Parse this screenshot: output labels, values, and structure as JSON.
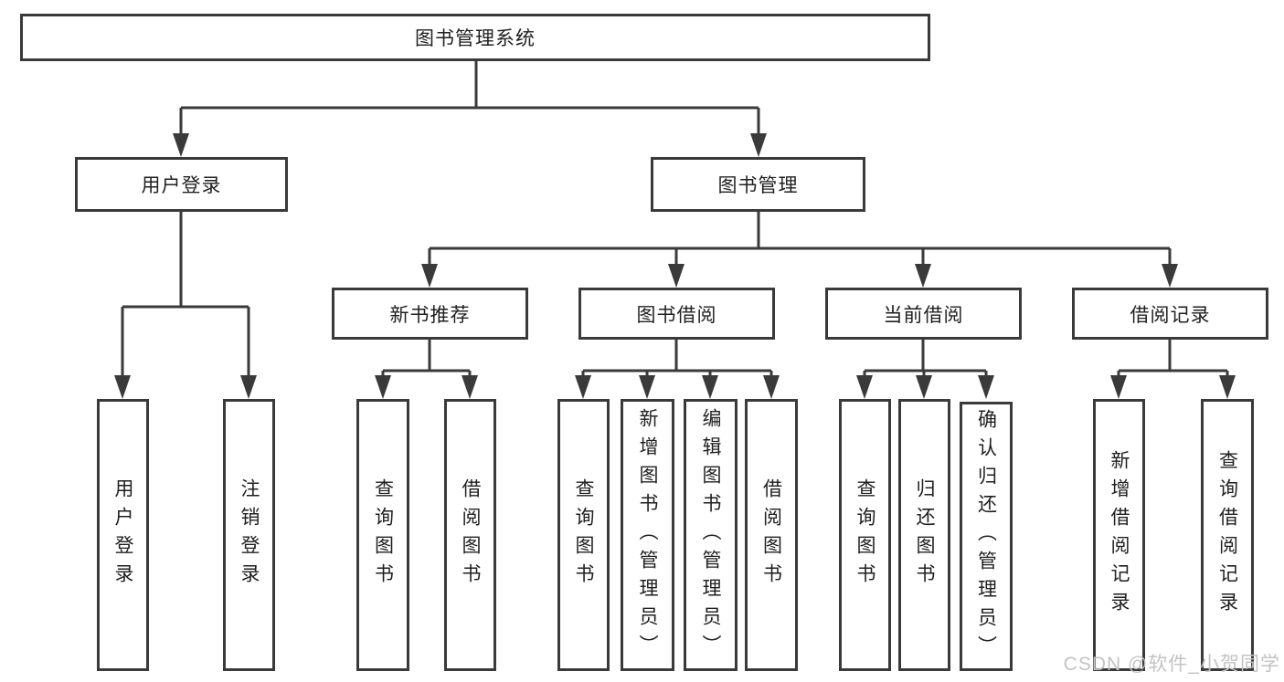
{
  "nodes": {
    "root": {
      "label": "图书管理系统"
    },
    "user_login": {
      "label": "用户登录"
    },
    "book_mgmt": {
      "label": "图书管理"
    },
    "new_book_rec": {
      "label": "新书推荐"
    },
    "book_borrow": {
      "label": "图书借阅"
    },
    "current_borrow": {
      "label": "当前借阅"
    },
    "borrow_records": {
      "label": "借阅记录"
    },
    "ul_login": {
      "label": "用户登录"
    },
    "ul_logout": {
      "label": "注销登录"
    },
    "nb_query": {
      "label": "查询图书"
    },
    "nb_borrow": {
      "label": "借阅图书"
    },
    "bb_query": {
      "label": "查询图书"
    },
    "bb_add": {
      "label": "新增图书（管理员）"
    },
    "bb_edit": {
      "label": "编辑图书（管理员）"
    },
    "bb_borrow": {
      "label": "借阅图书"
    },
    "cb_query": {
      "label": "查询图书"
    },
    "cb_return": {
      "label": "归还图书"
    },
    "cb_confirm": {
      "label": "确认归还（管理员）"
    },
    "br_add": {
      "label": "新增借阅记录"
    },
    "br_query": {
      "label": "查询借阅记录"
    }
  },
  "hierarchy": {
    "图书管理系统": {
      "用户登录": [
        "用户登录",
        "注销登录"
      ],
      "图书管理": {
        "新书推荐": [
          "查询图书",
          "借阅图书"
        ],
        "图书借阅": [
          "查询图书",
          "新增图书（管理员）",
          "编辑图书（管理员）",
          "借阅图书"
        ],
        "当前借阅": [
          "查询图书",
          "归还图书",
          "确认归还（管理员）"
        ],
        "借阅记录": [
          "新增借阅记录",
          "查询借阅记录"
        ]
      }
    }
  },
  "watermark": {
    "text": "CSDN @软件_小贺同学"
  },
  "colors": {
    "line": "#3a3a3a",
    "text": "#1f1f1f",
    "background": "#ffffff",
    "watermark": "#c3c3c3"
  }
}
